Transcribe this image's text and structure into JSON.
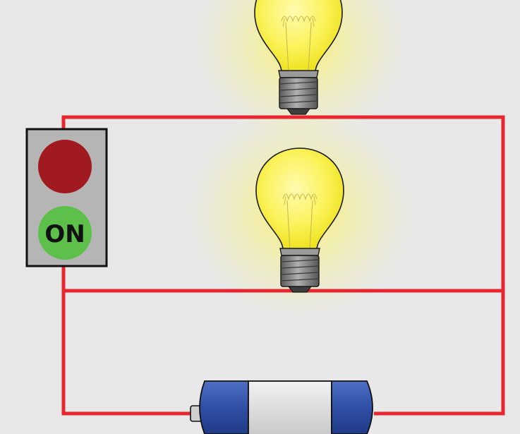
{
  "switch": {
    "on_label": "ON",
    "off_color": "#a11a1f",
    "on_color": "#5cc04a",
    "panel_color": "#b5b5b5"
  },
  "bulbs": [
    {
      "name": "top-bulb",
      "state": "lit"
    },
    {
      "name": "middle-bulb",
      "state": "lit"
    }
  ],
  "battery": {
    "end_color": "#2f4fa6",
    "body_color": "#dcdcdc"
  },
  "colors": {
    "background": "#e8e8e8",
    "wire": "#e8262f",
    "glow": "#f6f07a",
    "bulb_glass": "#fbf25a",
    "bulb_base": "#7a7a7a"
  }
}
